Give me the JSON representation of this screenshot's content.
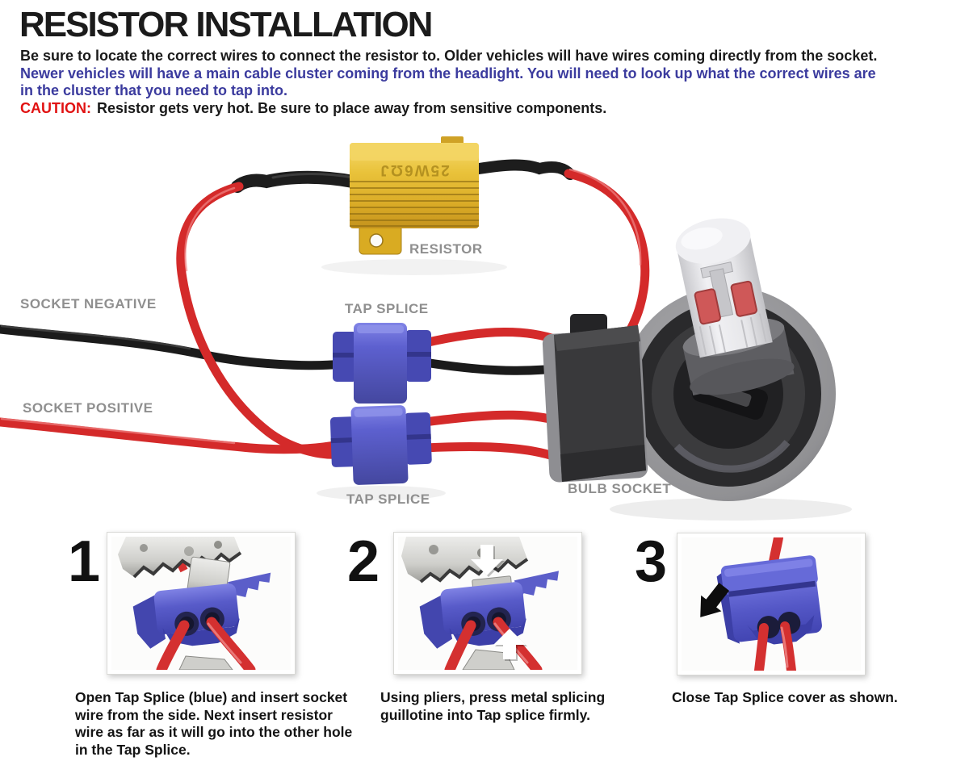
{
  "header": {
    "title": "RESISTOR INSTALLATION",
    "intro_black": "Be sure to locate the correct wires to connect the resistor to. Older vehicles will have wires coming directly from the socket.",
    "intro_blue_line1": "Newer vehicles will have a main cable cluster coming from the headlight. You will need to look up what the correct wires are",
    "intro_blue_line2": "in the cluster that you need to tap into.",
    "caution_label": "CAUTION:",
    "caution_text": "Resistor gets very hot. Be sure to place away from sensitive components."
  },
  "diagram": {
    "labels": {
      "resistor": "RESISTOR",
      "socket_negative": "SOCKET NEGATIVE",
      "tap_splice_top": "TAP SPLICE",
      "socket_positive": "SOCKET POSITIVE",
      "tap_splice_bottom": "TAP SPLICE",
      "bulb_socket": "BULB SOCKET"
    },
    "resistor_marking": "25W6ΩJ"
  },
  "steps": [
    {
      "number": "1",
      "caption": "Open Tap Splice (blue) and insert socket wire from the side. Next insert resistor wire as far as it will go into the other hole in the Tap Splice."
    },
    {
      "number": "2",
      "caption": "Using pliers, press metal splicing guillotine into Tap splice firmly."
    },
    {
      "number": "3",
      "caption": "Close Tap Splice cover as shown."
    }
  ],
  "colors": {
    "text_black": "#1a1a1a",
    "accent_blue": "#3b3b9e",
    "caution_red": "#e11212",
    "label_gray": "#8f8f8f",
    "wire_red": "#d42a2a",
    "wire_black": "#1b1b1b",
    "splice_blue": "#5558c8",
    "resistor_gold": "#e6be34",
    "socket_gray": "#97979a"
  }
}
